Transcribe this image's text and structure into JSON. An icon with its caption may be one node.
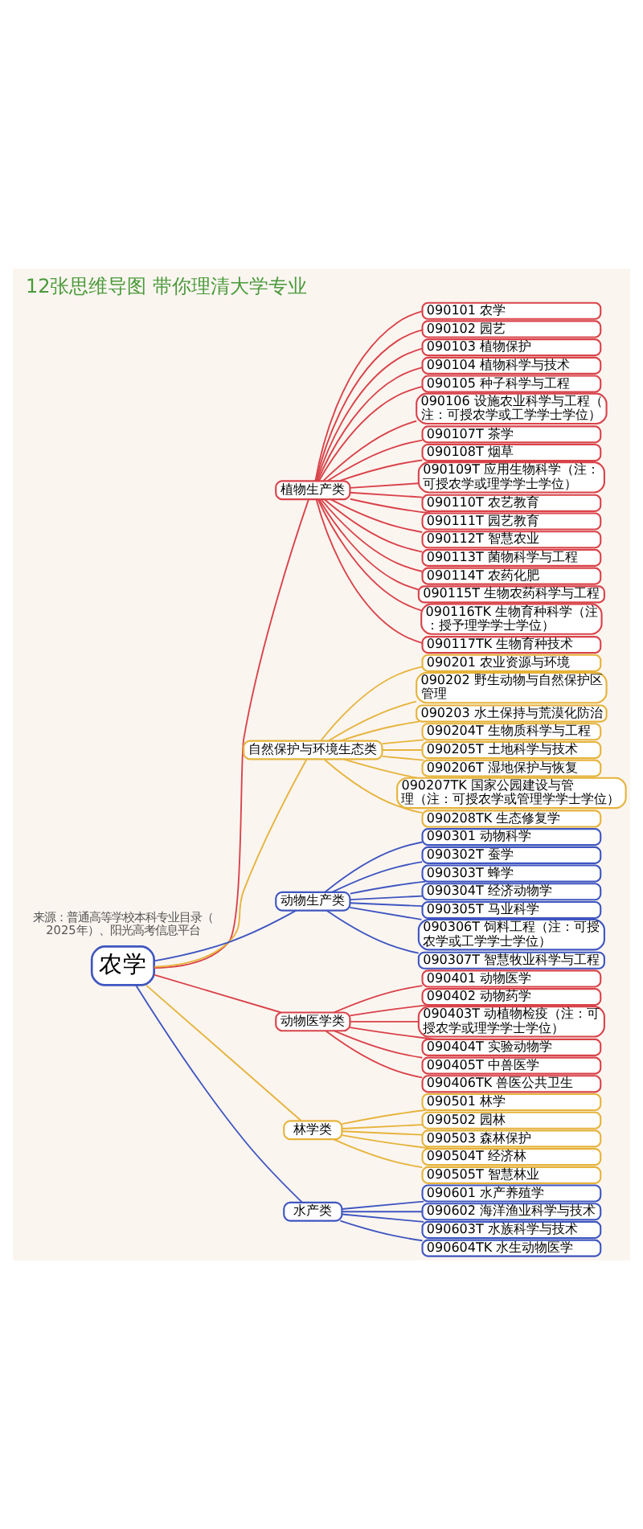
{
  "diagram": {
    "title": "12张思维导图 带你理清大学专业",
    "nodes": [
      {
        "text": [
          "农学"
        ]
      },
      {
        "text": [
          "植物生产类"
        ]
      },
      {
        "text": [
          "090101 农学"
        ]
      },
      {
        "text": [
          "090102 园艺"
        ]
      },
      {
        "text": [
          "090103 植物保护"
        ]
      },
      {
        "text": [
          "090104 植物科学与技术"
        ]
      },
      {
        "text": [
          "090105 种子科学与工程"
        ]
      },
      {
        "text": [
          "090106 设施农业科学与工程（注：可授农学或工学学士学位）"
        ]
      },
      {
        "text": [
          "090107T 茶学"
        ]
      },
      {
        "text": [
          "090108T 烟草"
        ]
      },
      {
        "text": [
          "090109T 应用生物科学（注：可授农学或理学学士学位）"
        ]
      },
      {
        "text": [
          "090110T 农艺教育"
        ]
      },
      {
        "text": [
          "090111T 园艺教育"
        ]
      },
      {
        "text": [
          "090112T 智慧农业"
        ]
      },
      {
        "text": [
          "090113T 菌物科学与工程"
        ]
      },
      {
        "text": [
          "090114T 农药化肥"
        ]
      },
      {
        "text": [
          "090115T 生物农药科学与工程"
        ]
      },
      {
        "text": [
          "090116TK 生物育种科学（注：授予理学学士学位）"
        ]
      },
      {
        "text": [
          "090117TK 生物育种技术"
        ]
      },
      {
        "text": [
          "自然保护与环境生态类"
        ]
      },
      {
        "text": [
          "090201 农业资源与环境"
        ]
      },
      {
        "text": [
          "090202 野生动物与自然保护区管理"
        ]
      },
      {
        "text": [
          "090203 水土保持与荒漠化防治"
        ]
      },
      {
        "text": [
          "090204T 生物质科学与工程"
        ]
      },
      {
        "text": [
          "090205T 土地科学与技术"
        ]
      },
      {
        "text": [
          "090206T 湿地保护与恢复"
        ]
      },
      {
        "text": [
          "090207TK 国家公园建设与管理（注：可授农学或管理学学士学位）"
        ]
      },
      {
        "text": [
          "090208TK 生态修复学"
        ]
      },
      {
        "text": [
          "动物生产类"
        ]
      },
      {
        "text": [
          "090301 动物科学"
        ]
      },
      {
        "text": [
          "090302T 蚕学"
        ]
      },
      {
        "text": [
          "090303T 蜂学"
        ]
      },
      {
        "text": [
          "090304T 经济动物学"
        ]
      },
      {
        "text": [
          "090305T 马业科学"
        ]
      },
      {
        "text": [
          "090306T 饲料工程（注：可授农学或工学学士学位）"
        ]
      },
      {
        "text": [
          "090307T 智慧牧业科学与工程"
        ]
      },
      {
        "text": [
          "动物医学类"
        ]
      },
      {
        "text": [
          "090401 动物医学"
        ]
      },
      {
        "text": [
          "090402 动物药学"
        ]
      },
      {
        "text": [
          "090403T 动植物检疫（注：可授农学或理学学士学位）"
        ]
      },
      {
        "text": [
          "090404T 实验动物学"
        ]
      },
      {
        "text": [
          "090405T 中兽医学"
        ]
      },
      {
        "text": [
          "090406TK 兽医公共卫生"
        ]
      },
      {
        "text": [
          "林学类"
        ]
      },
      {
        "text": [
          "090501 林学"
        ]
      },
      {
        "text": [
          "090502 园林"
        ]
      },
      {
        "text": [
          "090503 森林保护"
        ]
      },
      {
        "text": [
          "090504T 经济林"
        ]
      },
      {
        "text": [
          "090505T 智慧林业"
        ]
      },
      {
        "text": [
          "水产类"
        ]
      },
      {
        "text": [
          "090601 水产养殖学"
        ]
      },
      {
        "text": [
          "090602 海洋渔业科学与技术"
        ]
      },
      {
        "text": [
          "090603T 水族科学与技术"
        ]
      },
      {
        "text": [
          "090604TK 水生动物医学"
        ]
      }
    ],
    "edges": [
      {
        "from": 0,
        "to": 1,
        "arrow": "none"
      },
      {
        "from": 1,
        "to": 2,
        "arrow": "none"
      },
      {
        "from": 1,
        "to": 3,
        "arrow": "none"
      },
      {
        "from": 1,
        "to": 4,
        "arrow": "none"
      },
      {
        "from": 1,
        "to": 5,
        "arrow": "none"
      },
      {
        "from": 1,
        "to": 6,
        "arrow": "none"
      },
      {
        "from": 1,
        "to": 7,
        "arrow": "none"
      },
      {
        "from": 1,
        "to": 8,
        "arrow": "none"
      },
      {
        "from": 1,
        "to": 9,
        "arrow": "none"
      },
      {
        "from": 1,
        "to": 10,
        "arrow": "none"
      },
      {
        "from": 1,
        "to": 11,
        "arrow": "none"
      },
      {
        "from": 1,
        "to": 12,
        "arrow": "none"
      },
      {
        "from": 1,
        "to": 13,
        "arrow": "none"
      },
      {
        "from": 1,
        "to": 14,
        "arrow": "none"
      },
      {
        "from": 1,
        "to": 15,
        "arrow": "none"
      },
      {
        "from": 1,
        "to": 16,
        "arrow": "none"
      },
      {
        "from": 1,
        "to": 17,
        "arrow": "none"
      },
      {
        "from": 1,
        "to": 18,
        "arrow": "none"
      },
      {
        "from": 0,
        "to": 19,
        "arrow": "none",
        "color": "#e6b43c"
      },
      {
        "from": 19,
        "to": 20,
        "arrow": "none",
        "color": "#e6b43c"
      },
      {
        "from": 19,
        "to": 21,
        "arrow": "none",
        "color": "#e6b43c"
      },
      {
        "from": 19,
        "to": 22,
        "arrow": "none",
        "color": "#e6b43c"
      },
      {
        "from": 19,
        "to": 23,
        "arrow": "none",
        "color": "#e6b43c"
      },
      {
        "from": 19,
        "to": 24,
        "arrow": "none",
        "color": "#e6b43c"
      },
      {
        "from": 19,
        "to": 25,
        "arrow": "none",
        "color": "#e6b43c"
      },
      {
        "from": 19,
        "to": 26,
        "arrow": "none",
        "color": "#e6b43c"
      },
      {
        "from": 19,
        "to": 27,
        "arrow": "none",
        "color": "#e6b43c"
      },
      {
        "from": 0,
        "to": 28,
        "arrow": "none",
        "color": "#3f56c0"
      },
      {
        "from": 28,
        "to": 29,
        "arrow": "none",
        "color": "#3f56c0"
      },
      {
        "from": 28,
        "to": 30,
        "arrow": "none",
        "color": "#3f56c0"
      },
      {
        "from": 28,
        "to": 31,
        "arrow": "none",
        "color": "#3f56c0"
      },
      {
        "from": 28,
        "to": 32,
        "arrow": "none",
        "color": "#3f56c0"
      },
      {
        "from": 28,
        "to": 33,
        "arrow": "none",
        "color": "#3f56c0"
      },
      {
        "from": 28,
        "to": 34,
        "arrow": "none",
        "color": "#3f56c0"
      },
      {
        "from": 28,
        "to": 35,
        "arrow": "none",
        "color": "#3f56c0"
      },
      {
        "from": 0,
        "to": 36,
        "arrow": "none"
      },
      {
        "from": 36,
        "to": 37,
        "arrow": "none"
      },
      {
        "from": 36,
        "to": 38,
        "arrow": "none"
      },
      {
        "from": 36,
        "to": 39,
        "arrow": "none"
      },
      {
        "from": 36,
        "to": 40,
        "arrow": "none"
      },
      {
        "from": 36,
        "to": 41,
        "arrow": "none"
      },
      {
        "from": 36,
        "to": 42,
        "arrow": "none"
      },
      {
        "from": 0,
        "to": 43,
        "arrow": "none",
        "color": "#e6b43c"
      },
      {
        "from": 43,
        "to": 44,
        "arrow": "none",
        "color": "#e6b43c"
      },
      {
        "from": 43,
        "to": 45,
        "arrow": "none",
        "color": "#e6b43c"
      },
      {
        "from": 43,
        "to": 46,
        "arrow": "none",
        "color": "#e6b43c"
      },
      {
        "from": 43,
        "to": 47,
        "arrow": "none",
        "color": "#e6b43c"
      },
      {
        "from": 43,
        "to": 48,
        "arrow": "none",
        "color": "#e6b43c"
      },
      {
        "from": 0,
        "to": 49,
        "arrow": "none",
        "color": "#3f56c0"
      },
      {
        "from": 49,
        "to": 50,
        "arrow": "none",
        "color": "#3f56c0"
      },
      {
        "from": 49,
        "to": 51,
        "arrow": "none",
        "color": "#3f56c0"
      },
      {
        "from": 49,
        "to": 52,
        "arrow": "none",
        "color": "#3f56c0"
      },
      {
        "from": 49,
        "to": 53,
        "arrow": "none",
        "color": "#3f56c0"
      }
    ],
    "labels": [
      "来源：普通高等学校本科专业目录（2025年）、阳光高考信息平台"
    ]
  }
}
